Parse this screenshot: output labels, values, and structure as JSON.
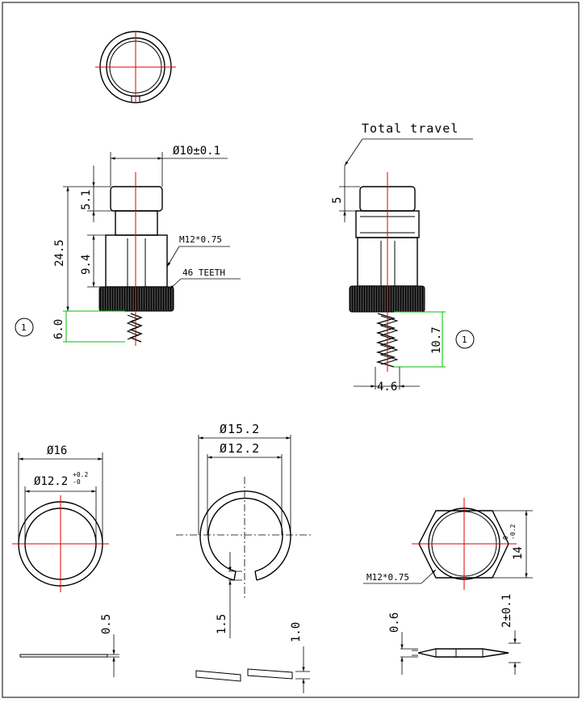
{
  "callouts": {
    "total_travel": "Total travel",
    "circle_left": "1",
    "circle_right": "1"
  },
  "dims": {
    "outer_dia": "Ø10±0.1",
    "height_total": "24.5",
    "top_height": "5.1",
    "body_height": "9.4",
    "thread": "M12*0.75",
    "teeth": "46 TEETH",
    "spring_left": "6.0",
    "top_right": "5",
    "spring_right": "10.7",
    "spring_dia": "4.6",
    "ring_od": "Ø16",
    "ring_id": "Ø12.2",
    "ring_id_tol_up": "+0.2",
    "ring_id_tol_down": "-0",
    "snap_od": "Ø15.2",
    "snap_id": "Ø12.2",
    "snap_gap": "1.5",
    "ring_thk": "0.5",
    "snap_thk": "1.0",
    "nut_thread": "M12*0.75",
    "nut_af": "14",
    "nut_af_tol_up": "0",
    "nut_af_tol_down": "-0.2",
    "nut_thk": "0.6",
    "nut_height": "2±0.1"
  }
}
